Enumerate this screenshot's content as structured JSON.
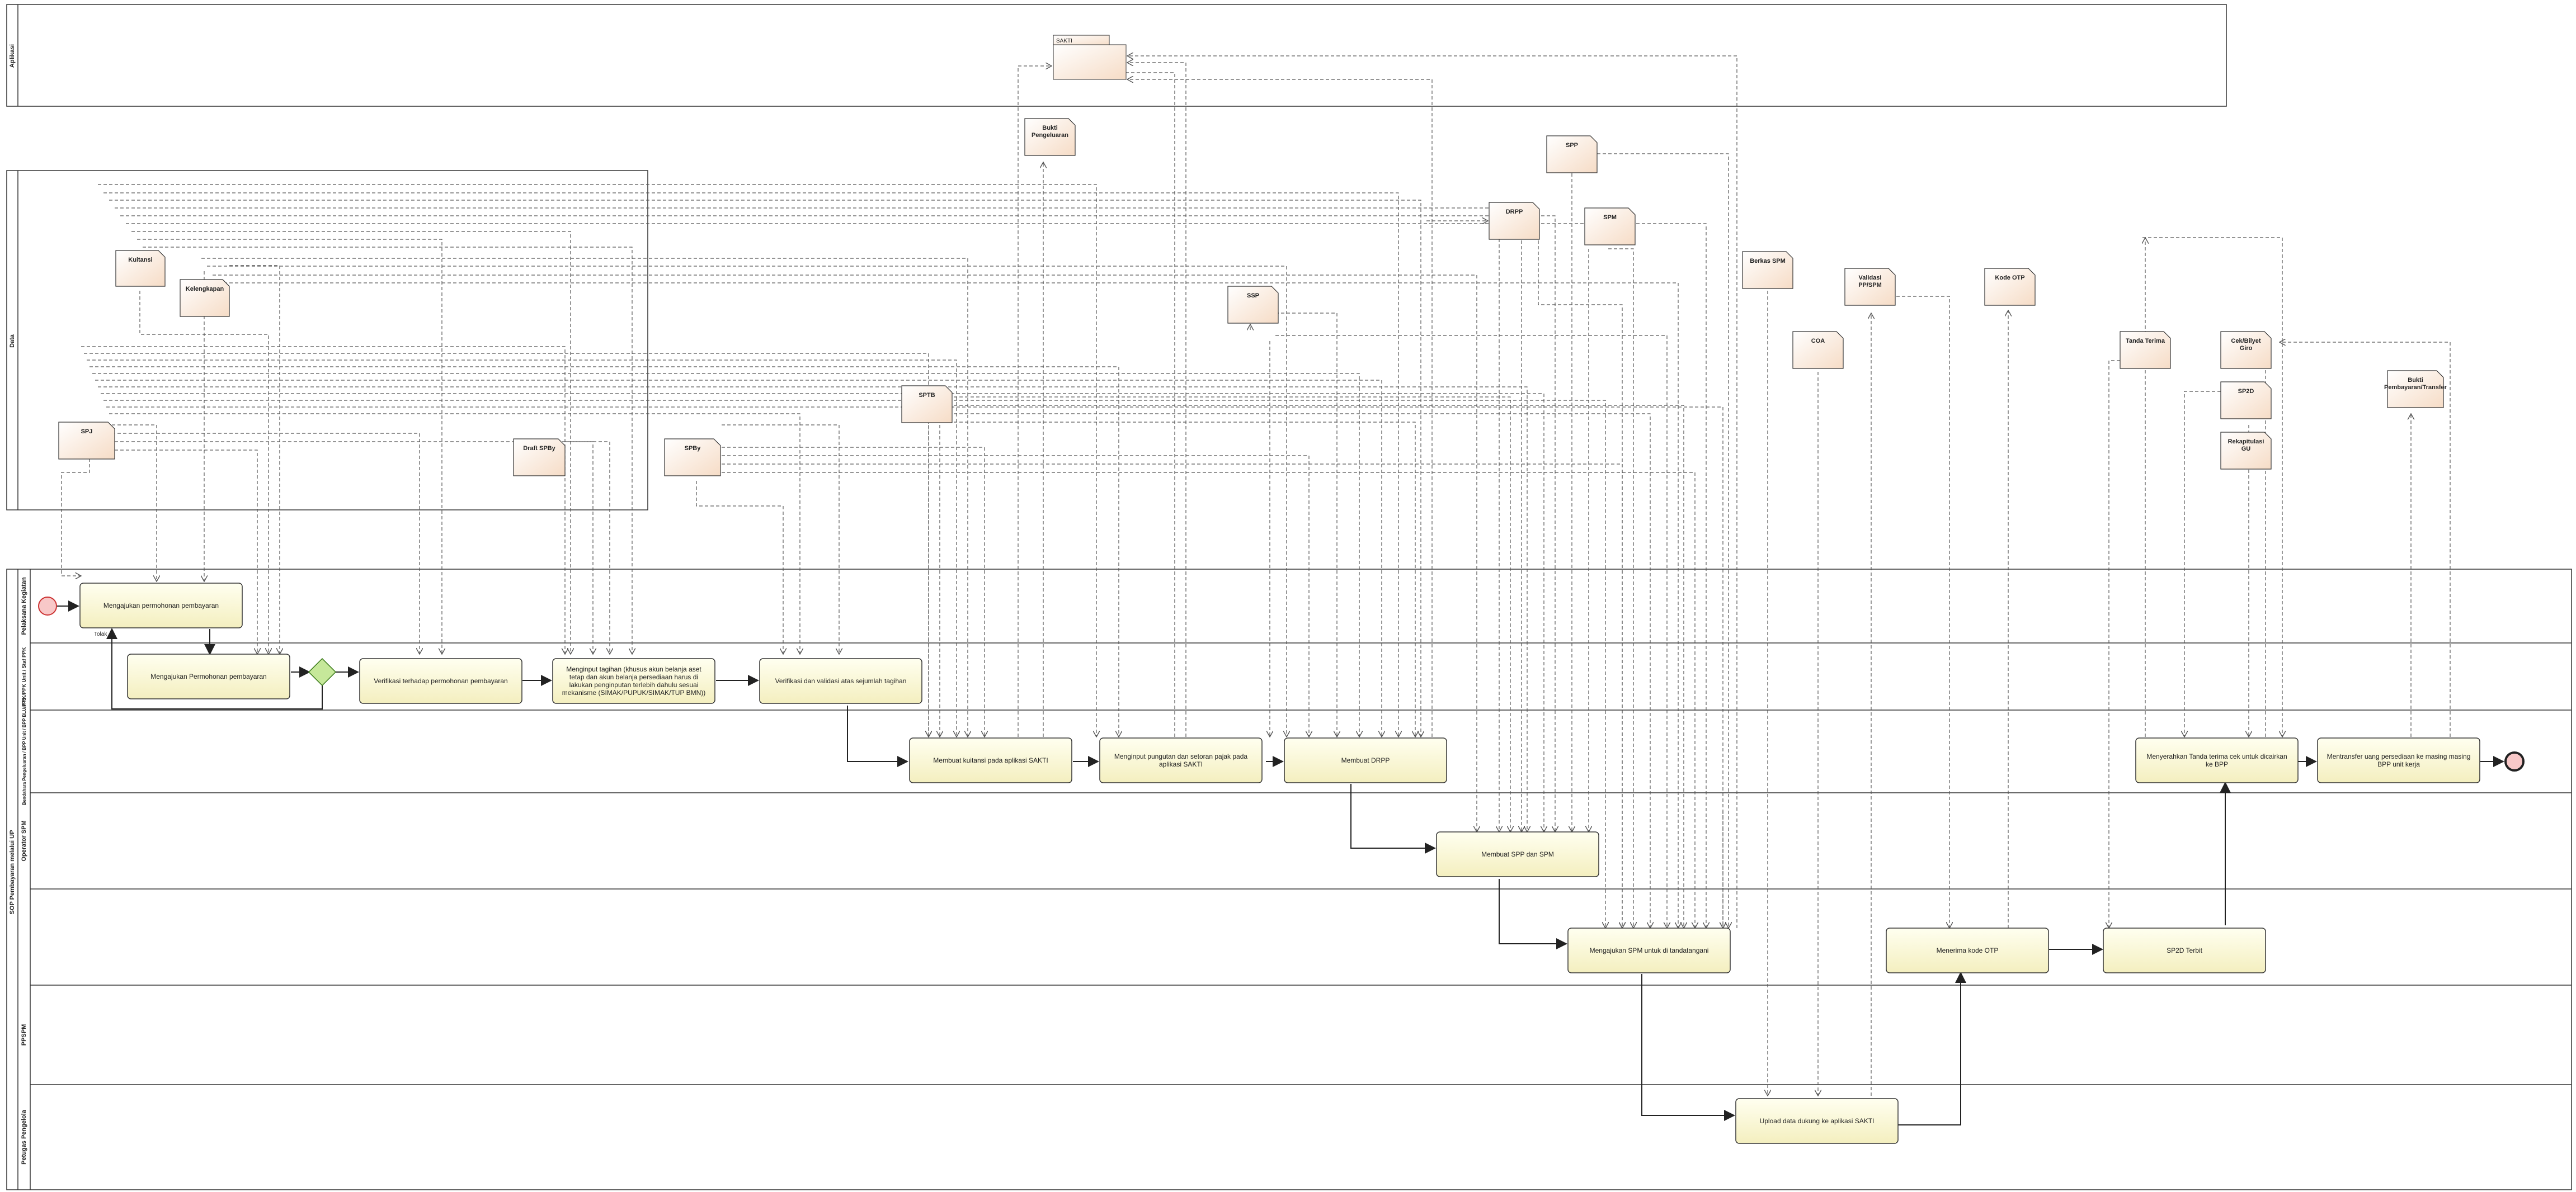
{
  "lanes": {
    "aplikasi": "Aplikasi",
    "data": "Data",
    "pool": "SOP Pembayaran melalui UP",
    "pelaksana": "Pelaksana Kegiatan",
    "ppk": "PPK/PPK Unit / Staf PPK",
    "bendahara": "Bendahara Pengeluaran / BPP Unit / BPP BLU/PPS",
    "operator": "Operator SPM",
    "ppspm": "PPSPM",
    "pengelola": "Petugas Pengelola"
  },
  "app": {
    "sakti": "SAKTI"
  },
  "data_objects": {
    "kuitansi": "Kuitansi",
    "kelengkapan": "Kelengkapan",
    "spj": "SPJ",
    "draft_spby": "Draft SPBy",
    "spby": "SPBy",
    "sptb": "SPTB",
    "ssp": "SSP",
    "drpp": "DRPP",
    "spp": "SPP",
    "spm": "SPM",
    "buku_pengeluaran": "Bukti Pengeluaran",
    "berkas_spm": "Berkas SPM",
    "coa": "COA",
    "validasi_ppspm": "Validasi PP/SPM",
    "kode_otp": "Kode OTP",
    "tanda_terima": "Tanda Terima",
    "cekbilyet": "Cek/Bilyet Giro",
    "sp2d": "SP2D",
    "rekapitulasi": "Rekapitulasi GU",
    "buku_pembayaran": "Bukti Pembayaran/Transfer"
  },
  "tasks": {
    "mengajukan_pembayaran": "Mengajukan permohonan pembayaran",
    "mengajukan_permohonan": "Mengajukan Permohonan pembayaran",
    "verifikasi_permohonan": "Verifikasi terhadap permohonan pembayaran",
    "menginput_tagihan": "Menginput tagihan (khusus akun belanja aset tetap dan akun belanja persediaan harus di lakukan penginputan terlebih dahulu sesuai mekanisme (SIMAK/PUPUK/SIMAK/TUP BMN))",
    "verifikasi_validasi": "Verifikasi dan validasi atas sejumlah tagihan",
    "membuat_kuitansi": "Membuat kuitansi pada aplikasi SAKTI",
    "menginput_pungutan": "Menginput pungutan dan setoran pajak pada aplikasi SAKTI",
    "membuat_drpp": "Membuat DRPP",
    "membuat_spp_spm": "Membuat SPP dan SPM",
    "mengajukan_spm": "Mengajukan SPM untuk di tandatangani",
    "menerima_otp": "Menerima kode OTP",
    "sp2d_terbit": "SP2D Terbit",
    "upload_data": "Upload data dukung ke aplikasi SAKTI",
    "menyerahkan_tanda": "Menyerahkan Tanda terima cek untuk dicairkan ke BPP",
    "mentransfer": "Mentransfer uang persediaan ke masing masing BPP unit kerja"
  },
  "flow_labels": {
    "tolak": "Tolak"
  }
}
